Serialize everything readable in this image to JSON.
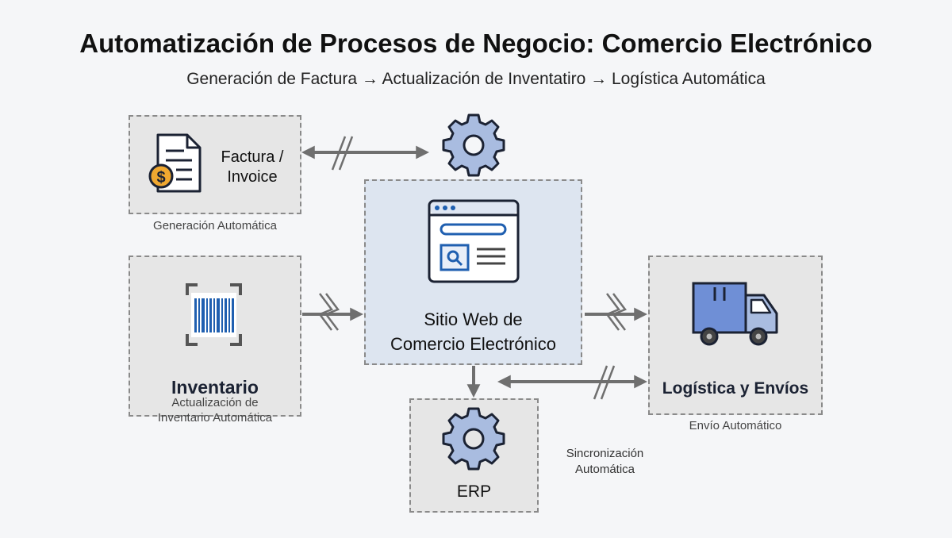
{
  "diagram": {
    "title": "Automatización de Procesos de Negocio: Comercio Electrónico",
    "subtitle": "Generación de Factura → Actualización de Inventatiro → Logística Automática",
    "invoice": {
      "label_line1": "Factura /",
      "label_line2": "Invoice",
      "caption": "Generación Automática",
      "icon": "invoice-document-icon"
    },
    "inventory": {
      "label": "Inventario",
      "caption_line1": "Actualización de",
      "caption_line2": "Inventario Automática",
      "icon": "barcode-icon"
    },
    "website": {
      "label_line1": "Sitio Web de",
      "label_line2": "Comercio Electrónico",
      "icon": "browser-window-icon"
    },
    "logistics": {
      "label": "Logística y Envíos",
      "caption": "Envío Automático",
      "icon": "delivery-truck-icon"
    },
    "erp": {
      "label": "ERP",
      "icon": "gear-icon"
    },
    "sync": {
      "caption_line1": "Sincronización",
      "caption_line2": "Automática"
    },
    "colors": {
      "box_fill": "#e6e6e6",
      "center_fill": "#dde5f0",
      "border": "#8a8a8a",
      "accent_blue": "#1f5fb0",
      "gear_fill": "#a9bce0",
      "arrow": "#6f6f6f",
      "coin": "#f0a830"
    }
  }
}
